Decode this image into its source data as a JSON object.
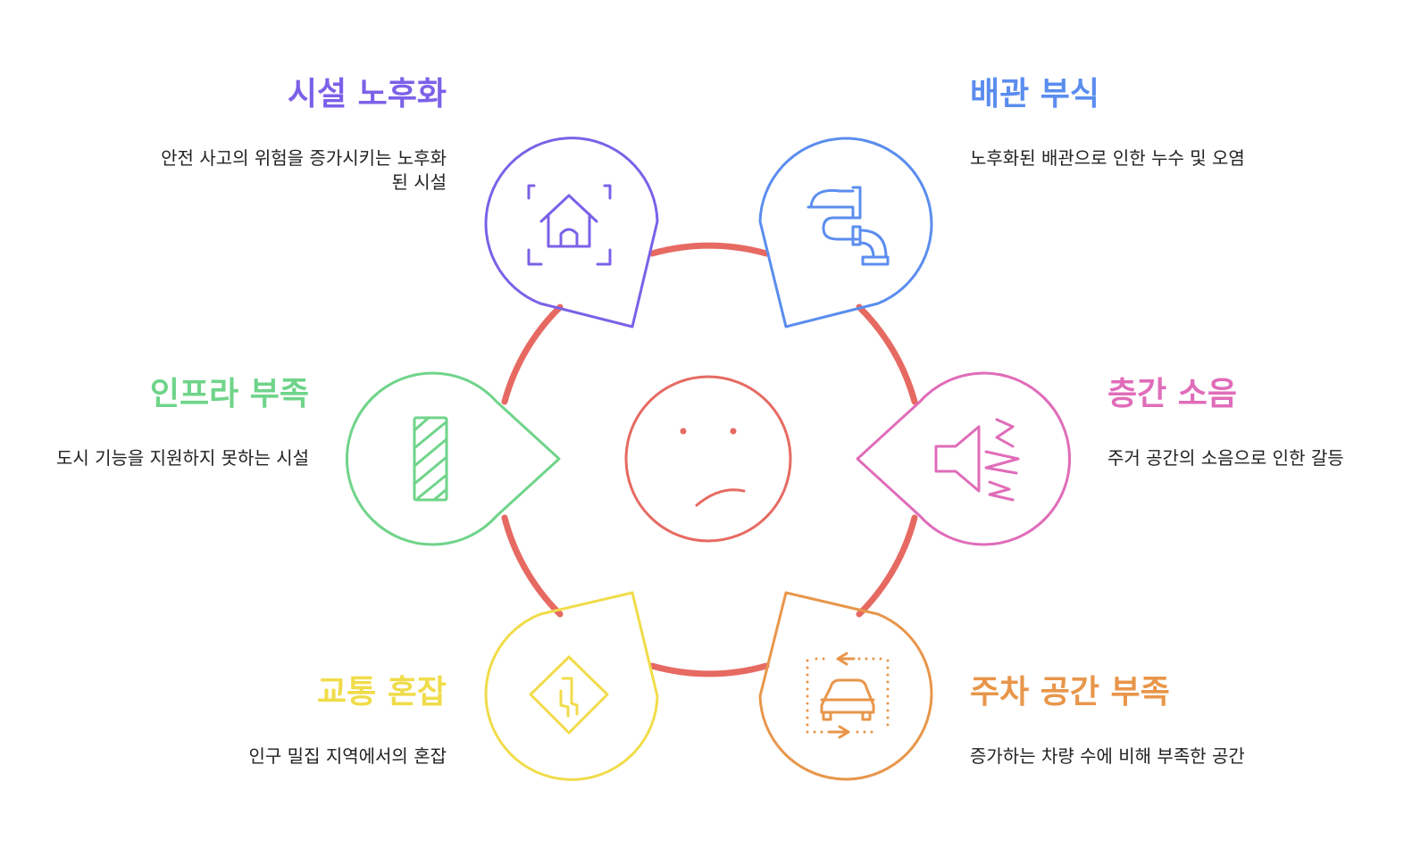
{
  "center": {
    "icon": "sad-face-icon",
    "color": "#e66a62"
  },
  "ring_color": "#e66a62",
  "items": [
    {
      "id": "facility-aging",
      "title": "시설 노후화",
      "description": "안전 사고의 위험을 증가시키는 노후화된 시설",
      "color": "#7b61e8",
      "icon": "house-icon"
    },
    {
      "id": "pipe-corrosion",
      "title": "배관 부식",
      "description": "노후화된 배관으로 인한 누수 및 오염",
      "color": "#5b8def",
      "icon": "pipe-icon"
    },
    {
      "id": "floor-noise",
      "title": "층간 소음",
      "description": "주거 공간의 소음으로 인한 갈등",
      "color": "#e06cb9",
      "icon": "speaker-icon"
    },
    {
      "id": "parking-shortage",
      "title": "주차 공간 부족",
      "description": "증가하는 차량 수에 비해 부족한 공간",
      "color": "#e8964a",
      "icon": "parking-car-icon"
    },
    {
      "id": "traffic-congestion",
      "title": "교통 혼잡",
      "description": "인구 밀집 지역에서의 혼잡",
      "color": "#f0dc4a",
      "icon": "road-sign-icon"
    },
    {
      "id": "infra-shortage",
      "title": "인프라 부족",
      "description": "도시 기능을 지원하지 못하는 시설",
      "color": "#6fd48a",
      "icon": "barrier-icon"
    }
  ]
}
